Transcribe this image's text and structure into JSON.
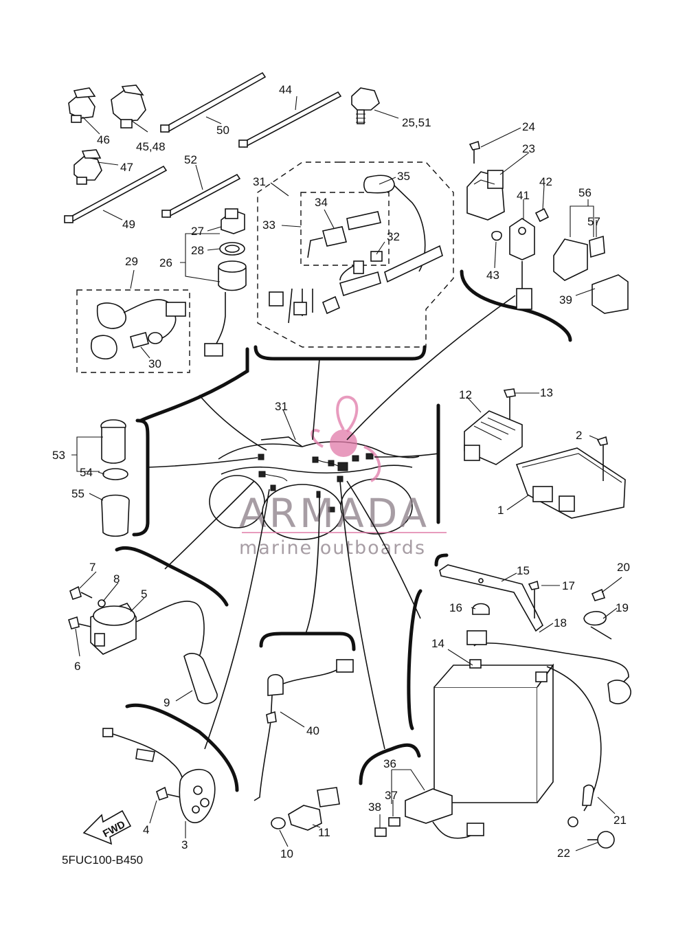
{
  "diagram_code": "5FUC100-B450",
  "watermark": {
    "brand": "ARMADA",
    "tagline": "marine outboards",
    "accent_color": "#e07aa8"
  },
  "direction_marker": "FWD",
  "part_labels": [
    "46",
    "45,48",
    "50",
    "44",
    "25,51",
    "47",
    "49",
    "52",
    "24",
    "23",
    "42",
    "41",
    "56",
    "57",
    "43",
    "39",
    "31",
    "35",
    "34",
    "33",
    "32",
    "27",
    "28",
    "26",
    "29",
    "30",
    "53",
    "54",
    "55",
    "12",
    "13",
    "2",
    "1",
    "15",
    "17",
    "20",
    "16",
    "19",
    "18",
    "14",
    "7",
    "8",
    "5",
    "6",
    "9",
    "40",
    "4",
    "3",
    "36",
    "37",
    "38",
    "11",
    "10",
    "21",
    "22"
  ]
}
